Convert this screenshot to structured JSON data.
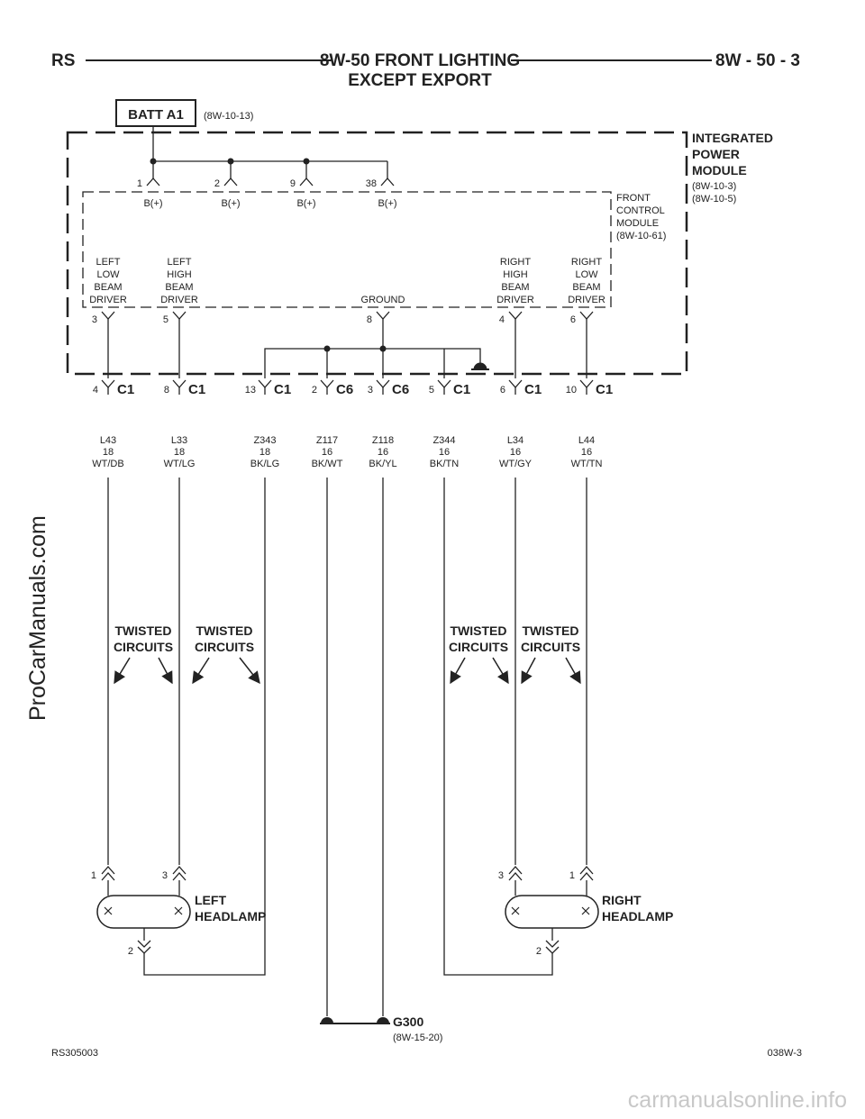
{
  "header": {
    "left": "RS",
    "title_line1": "8W-50 FRONT LIGHTING",
    "title_line2": "EXCEPT EXPORT",
    "right": "8W - 50 - 3"
  },
  "footer": {
    "left": "RS305003",
    "right": "038W-3"
  },
  "watermarks": {
    "side": "ProCarManuals.com",
    "bottom": "carmanualsonline.info"
  },
  "battery": {
    "label": "BATT A1",
    "ref": "(8W-10-13)"
  },
  "ipm": {
    "line1": "INTEGRATED",
    "line2": "POWER",
    "line3": "MODULE",
    "ref1": "(8W-10-3)",
    "ref2": "(8W-10-5)"
  },
  "fcm": {
    "line1": "FRONT",
    "line2": "CONTROL",
    "line3": "MODULE",
    "ref": "(8W-10-61)"
  },
  "bplus_pins": [
    {
      "pin": "1",
      "label": "B(+)"
    },
    {
      "pin": "2",
      "label": "B(+)"
    },
    {
      "pin": "9",
      "label": "B(+)"
    },
    {
      "pin": "38",
      "label": "B(+)"
    }
  ],
  "drivers": {
    "left_low": [
      "LEFT",
      "LOW",
      "BEAM",
      "DRIVER"
    ],
    "left_high": [
      "LEFT",
      "HIGH",
      "BEAM",
      "DRIVER"
    ],
    "ground": "GROUND",
    "right_high": [
      "RIGHT",
      "HIGH",
      "BEAM",
      "DRIVER"
    ],
    "right_low": [
      "RIGHT",
      "LOW",
      "BEAM",
      "DRIVER"
    ]
  },
  "fcm_pins": [
    "3",
    "5",
    "8",
    "4",
    "6"
  ],
  "connectors": [
    {
      "pin": "4",
      "conn": "C1",
      "circuit": "L43",
      "gauge": "18",
      "color": "WT/DB"
    },
    {
      "pin": "8",
      "conn": "C1",
      "circuit": "L33",
      "gauge": "18",
      "color": "WT/LG"
    },
    {
      "pin": "13",
      "conn": "C1",
      "circuit": "Z343",
      "gauge": "18",
      "color": "BK/LG"
    },
    {
      "pin": "2",
      "conn": "C6",
      "circuit": "Z117",
      "gauge": "16",
      "color": "BK/WT"
    },
    {
      "pin": "3",
      "conn": "C6",
      "circuit": "Z118",
      "gauge": "16",
      "color": "BK/YL"
    },
    {
      "pin": "5",
      "conn": "C1",
      "circuit": "Z344",
      "gauge": "16",
      "color": "BK/TN"
    },
    {
      "pin": "6",
      "conn": "C1",
      "circuit": "L34",
      "gauge": "16",
      "color": "WT/GY"
    },
    {
      "pin": "10",
      "conn": "C1",
      "circuit": "L44",
      "gauge": "16",
      "color": "WT/TN"
    }
  ],
  "twisted": {
    "line1": "TWISTED",
    "line2": "CIRCUITS"
  },
  "left_headlamp": {
    "line1": "LEFT",
    "line2": "HEADLAMP",
    "pin_a": "1",
    "pin_b": "3",
    "pin_gnd": "2"
  },
  "right_headlamp": {
    "line1": "RIGHT",
    "line2": "HEADLAMP",
    "pin_a": "3",
    "pin_b": "1",
    "pin_gnd": "2"
  },
  "ground": {
    "label": "G300",
    "ref": "(8W-15-20)"
  }
}
